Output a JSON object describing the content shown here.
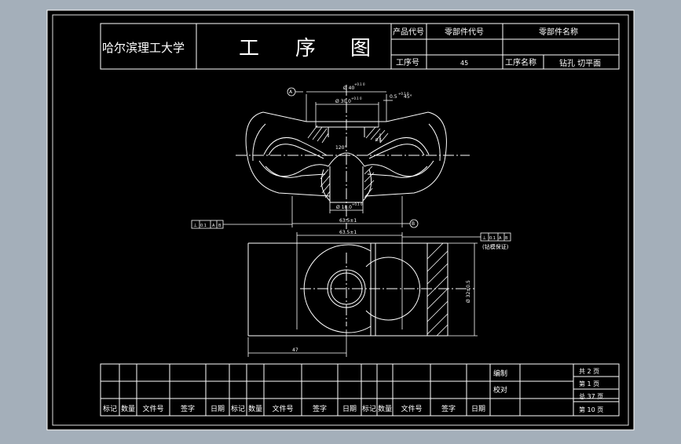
{
  "title_block": {
    "university": "哈尔滨理工大学",
    "drawing_title": [
      "工",
      "序",
      "图"
    ],
    "product_code_label": "产品代号",
    "part_code_label": "零部件代号",
    "part_name_label": "零部件名称",
    "process_no_label": "工序号",
    "process_no_value": "45",
    "process_name_label": "工序名称",
    "process_name_value": "钻孔 切平面"
  },
  "dimensions": {
    "bore_top": "Ø 40",
    "bore_top_tol": "+0.1 0",
    "bore_inner": "Ø 30.0",
    "bore_inner_tol": "+0.1 0",
    "chamfer": "0.5",
    "chamfer_tol": "+0.1 0",
    "chamfer_angle": "45°",
    "depth_right": "0.5",
    "angle_mid": "120°",
    "bore_bottom": "Ø 18.0",
    "bore_bottom_tol": "+0.1 0",
    "width_bottom": "63.5±1",
    "width_plan": "63.5±1",
    "dim_left": "47",
    "dim_right": "Ø 32±0.5",
    "note_right": "(钻模保证)"
  },
  "datums": {
    "a": "A",
    "b": "B",
    "frame_left": [
      "⊥",
      "0.1",
      "A",
      "B"
    ],
    "frame_right": [
      "⊥",
      "0.1",
      "A",
      "B"
    ]
  },
  "revision_table": {
    "headers": [
      "标记",
      "数量",
      "文件号",
      "签字",
      "日期",
      "标记",
      "数量",
      "文件号",
      "签字",
      "日期",
      "标记",
      "数量",
      "文件号",
      "签字",
      "日期"
    ],
    "prepared": "编制",
    "checked": "校对",
    "sheets_total": "共 2 页",
    "sheet_no": "第 1 页",
    "total_label": "总 37 页",
    "page_label": "第 10 页"
  },
  "colors": {
    "background": "#a4afba",
    "sheet": "#000000",
    "line": "#ffffff"
  }
}
